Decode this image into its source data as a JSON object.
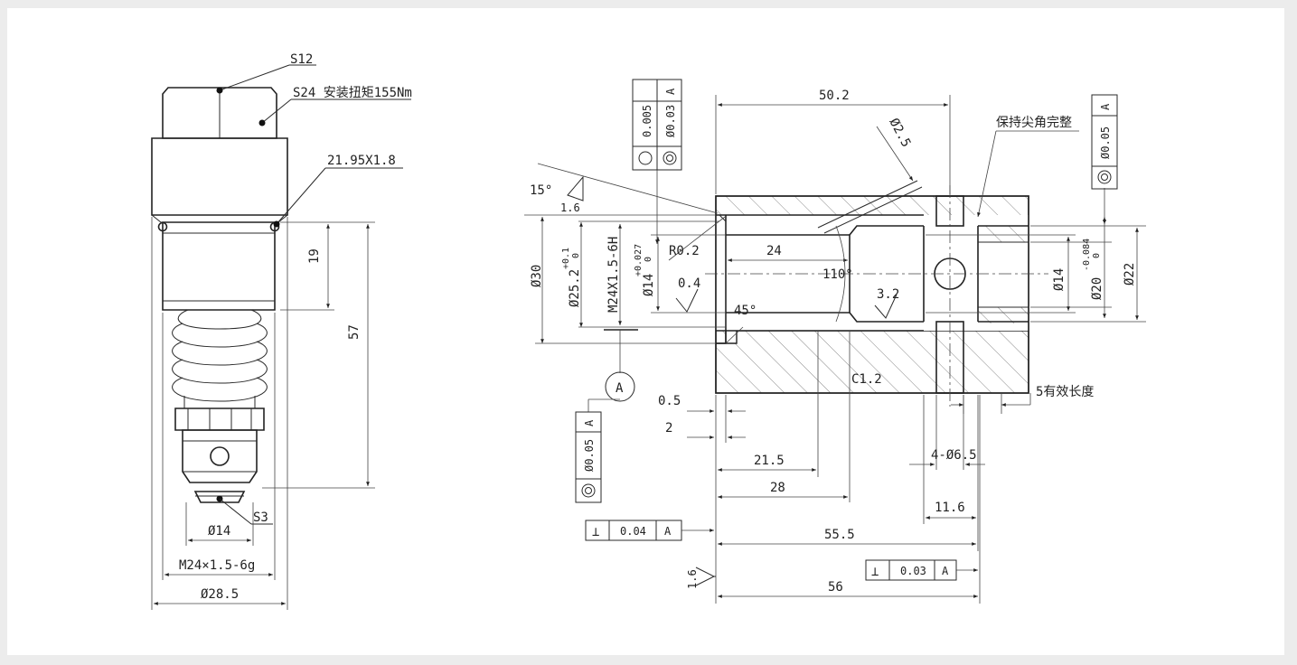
{
  "left_view": {
    "hex_small": "S12",
    "hex_large": "S24 安装扭矩155Nm",
    "oring": "21.95X1.8",
    "dim_19": "19",
    "dim_57": "57",
    "port_dia": "Ø14",
    "hex_bottom": "S3",
    "thread": "M24×1.5-6g",
    "body_dia": "Ø28.5"
  },
  "right_view": {
    "dim_50_2": "50.2",
    "dia_2_5": "Ø2.5",
    "keep_sharp": "保持尖角完整",
    "angle_15": "15°",
    "rough_1_6": "1.6",
    "dia_30": "Ø30",
    "dia_25_2": "Ø25.2",
    "tol_25_2_up": "+0.1",
    "tol_25_2_low": "0",
    "thread": "M24X1.5-6H",
    "dia_14": "Ø14",
    "tol_14_up": "+0.027",
    "tol_14_low": "0",
    "radius": "R0.2",
    "dim_24": "24",
    "angle_110": "110°",
    "rough_0_4": "0.4",
    "angle_45": "45°",
    "rough_3_2": "3.2",
    "dia_14_b": "Ø14",
    "dia_20": "Ø20",
    "tol_20_up": "-0.084",
    "tol_20_low": "0",
    "dia_22": "Ø22",
    "chamfer": "C1.2",
    "eff_len": "5有效长度",
    "datum": "A",
    "dim_0_5": "0.5",
    "dim_2": "2",
    "dim_21_5": "21.5",
    "dim_28": "28",
    "holes": "4-Ø6.5",
    "dim_11_6": "11.6",
    "dim_55_5": "55.5",
    "dim_56": "56",
    "rough_face": "1.6"
  },
  "tolerance_frames": {
    "top_a": {
      "value": "0.005",
      "value2": "Ø0.03",
      "datum": "A"
    },
    "right": {
      "value": "Ø0.05",
      "datum": "A"
    },
    "left": {
      "value": "Ø0.05",
      "datum": "A"
    },
    "perp_1": {
      "symbol": "⊥",
      "value": "0.04",
      "datum": "A"
    },
    "perp_2": {
      "symbol": "⊥",
      "value": "0.03",
      "datum": "A"
    }
  }
}
